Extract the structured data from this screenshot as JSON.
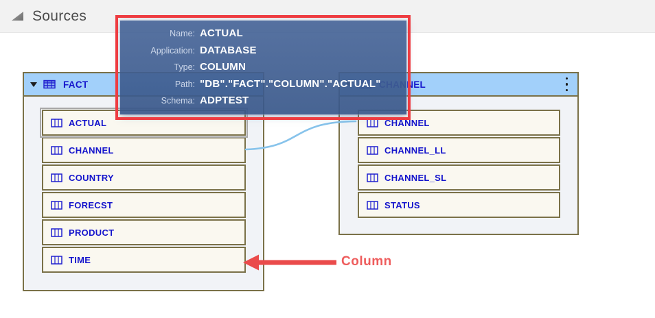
{
  "topbar": {
    "title": "Sources"
  },
  "tables": [
    {
      "name": "FACT",
      "columns": [
        "ACTUAL",
        "CHANNEL",
        "COUNTRY",
        "FORECST",
        "PRODUCT",
        "TIME"
      ],
      "selected_column": "ACTUAL"
    },
    {
      "name": "CHANNEL",
      "columns": [
        "CHANNEL",
        "CHANNEL_LL",
        "CHANNEL_SL",
        "STATUS"
      ]
    }
  ],
  "tooltip": {
    "fields": [
      {
        "label": "Name:",
        "value": "ACTUAL"
      },
      {
        "label": "Application:",
        "value": "DATABASE"
      },
      {
        "label": "Type:",
        "value": "COLUMN"
      },
      {
        "label": "Path:",
        "value": "\"DB\".\"FACT\".\"COLUMN\".\"ACTUAL\""
      },
      {
        "label": "Schema:",
        "value": "ADPTEST"
      }
    ]
  },
  "annotation": {
    "label": "Column"
  },
  "colors": {
    "table_header": "#a2d0fa",
    "table_border": "#7a7148",
    "row_bg": "#faf8f0",
    "link_text": "#1414cc",
    "tooltip_bg": "#3d5e92",
    "annotation_red": "#ee3c41",
    "connector_blue": "#87c3eb"
  }
}
